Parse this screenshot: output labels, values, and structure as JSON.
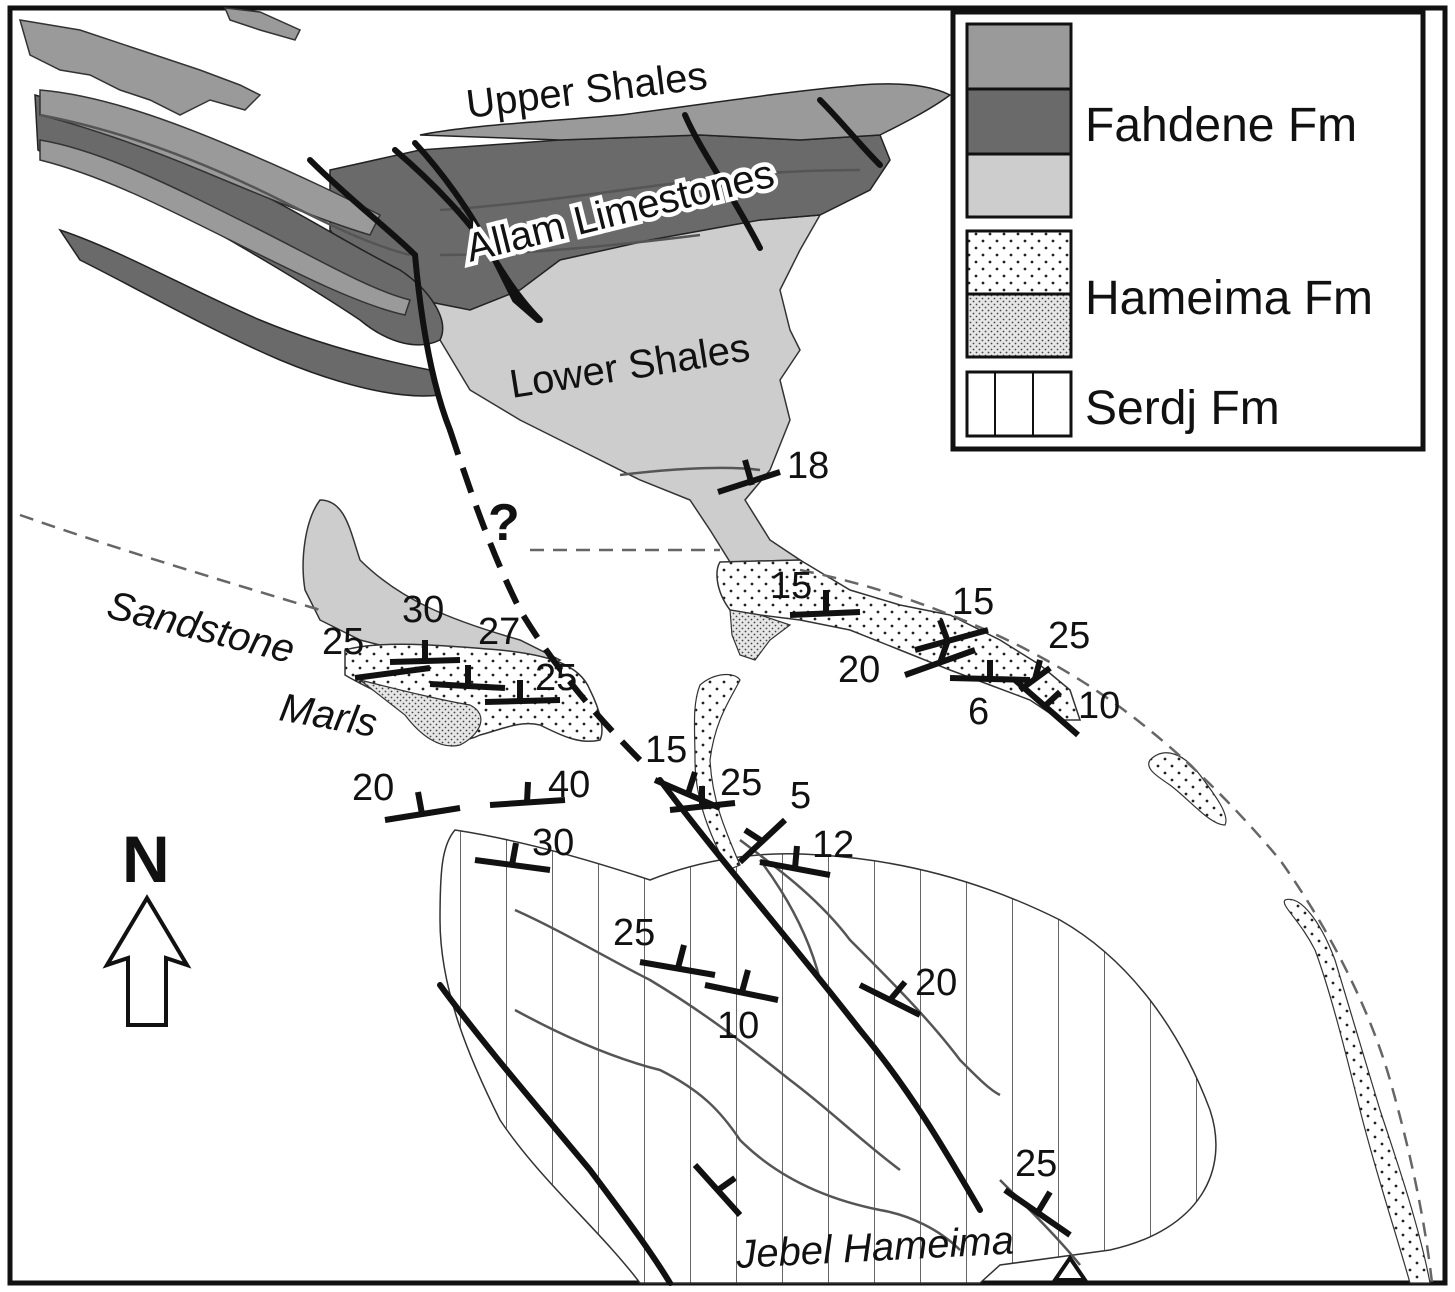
{
  "legend": {
    "fahdene": "Fahdene Fm",
    "hameima": "Hameima Fm",
    "serdj": "Serdj Fm"
  },
  "units": {
    "upper_shales": "Upper Shales",
    "allam_limestones": "Allam Limestones",
    "lower_shales": "Lower Shales",
    "sandstone": "Sandstone",
    "marls": "Marls",
    "jebel_hameima": "Jebel Hameima"
  },
  "uncertain_fault": "?",
  "north_label": "N",
  "dips": {
    "d18": "18",
    "d15a": "15",
    "d15b": "15",
    "d25a": "25",
    "d20a": "20",
    "d6": "6",
    "d10a": "10",
    "d30a": "30",
    "d27": "27",
    "d25b": "25",
    "d25c": "25",
    "d15c": "15",
    "d25d": "25",
    "d5": "5",
    "d12": "12",
    "d20b": "20",
    "d40": "40",
    "d30b": "30",
    "d25e": "25",
    "d10b": "10",
    "d20c": "20",
    "d25f": "25"
  },
  "colors": {
    "upper_shales_fill": "#9a9a9a",
    "allam_fill": "#6a6a6a",
    "lower_shales_fill": "#cdcdcd",
    "hameima_fill": "#ffffff",
    "serdj_fill": "#ffffff",
    "line": "#111111"
  }
}
